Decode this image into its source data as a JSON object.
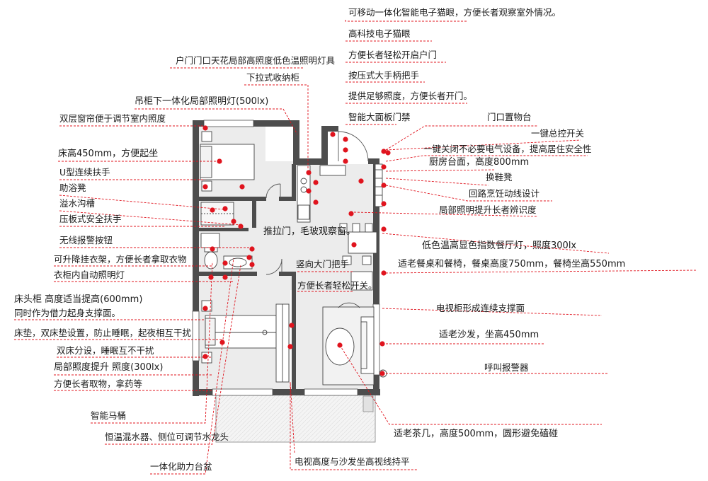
{
  "annotations": [
    {
      "id": "a1",
      "text": "可移动一体化智能电子猫眼，方便长者观察室外情况。"
    },
    {
      "id": "a2",
      "text": "高科技电子猫眼"
    },
    {
      "id": "a3",
      "text": "方便长者轻松开启户门"
    },
    {
      "id": "a4",
      "text": "按压式大手柄把手"
    },
    {
      "id": "a5",
      "text": "提供足够照度，方便长者开门。"
    },
    {
      "id": "a6",
      "text": "智能大面板门禁"
    },
    {
      "id": "a7",
      "text": "户门门口天花局部高照度低色温照明灯具"
    },
    {
      "id": "a8",
      "text": "下拉式收纳柜"
    },
    {
      "id": "a9",
      "text": "吊柜下一体化局部照明灯(500lx)"
    },
    {
      "id": "a10",
      "text": "双层窗帘便于调节室内照度"
    },
    {
      "id": "a11",
      "text": "门口置物台"
    },
    {
      "id": "a12",
      "text": "一键总控开关"
    },
    {
      "id": "a13",
      "text": "一键关闭不必要电气设备，提高居住安全性"
    },
    {
      "id": "a14",
      "text": "床高450mm，方便起坐"
    },
    {
      "id": "a15",
      "text": "厨房台面，高度800mm"
    },
    {
      "id": "a16",
      "text": "U型连续扶手"
    },
    {
      "id": "a17",
      "text": "换鞋凳"
    },
    {
      "id": "a18",
      "text": "助浴凳"
    },
    {
      "id": "a19",
      "text": "回路烹饪动线设计"
    },
    {
      "id": "a20",
      "text": "溢水沟槽"
    },
    {
      "id": "a21",
      "text": "局部照明提升长者辨识度"
    },
    {
      "id": "a22",
      "text": "压板式安全扶手"
    },
    {
      "id": "a23",
      "text": "推拉门，毛玻观察窗。"
    },
    {
      "id": "a24",
      "text": "无线报警按钮"
    },
    {
      "id": "a25",
      "text": "低色温高显色指数餐厅灯，照度300lx"
    },
    {
      "id": "a26",
      "text": "可升降挂衣架，方便长者拿取衣物"
    },
    {
      "id": "a27",
      "text": "适老餐桌和餐椅，餐桌高度750mm，餐椅坐高550mm"
    },
    {
      "id": "a28",
      "text": "竖向大门把手"
    },
    {
      "id": "a29",
      "text": "衣柜内自动照明灯"
    },
    {
      "id": "a30",
      "text": "方便长者轻松开关。"
    },
    {
      "id": "a31",
      "text": "床头柜 高度适当提高(600mm)"
    },
    {
      "id": "a32",
      "text": "同时作为借力起身支撑面。"
    },
    {
      "id": "a33",
      "text": "电视柜形成连续支撑面"
    },
    {
      "id": "a34",
      "text": "床垫，双床垫设置，防止睡眠，起夜相互干扰"
    },
    {
      "id": "a35",
      "text": "适老沙发，坐高450mm"
    },
    {
      "id": "a36",
      "text": "双床分设，睡眠互不干扰"
    },
    {
      "id": "a37",
      "text": "局部照度提升 照度(300lx)"
    },
    {
      "id": "a38",
      "text": "呼叫报警器"
    },
    {
      "id": "a39",
      "text": "方便长者取物，拿药等"
    },
    {
      "id": "a40",
      "text": "智能马桶"
    },
    {
      "id": "a41",
      "text": "恒温混水器、侧位可调节水龙头"
    },
    {
      "id": "a42",
      "text": "适老茶几，高度500mm，圆形避免磕碰"
    },
    {
      "id": "a43",
      "text": "一体化助力台盆"
    },
    {
      "id": "a44",
      "text": "电视高度与沙发坐高视线持平"
    }
  ],
  "colors": {
    "marker": "#e0141e",
    "leader": "#e0141e",
    "wall": "#4d4d4d",
    "floor": "#ececec",
    "line": "#333333"
  }
}
